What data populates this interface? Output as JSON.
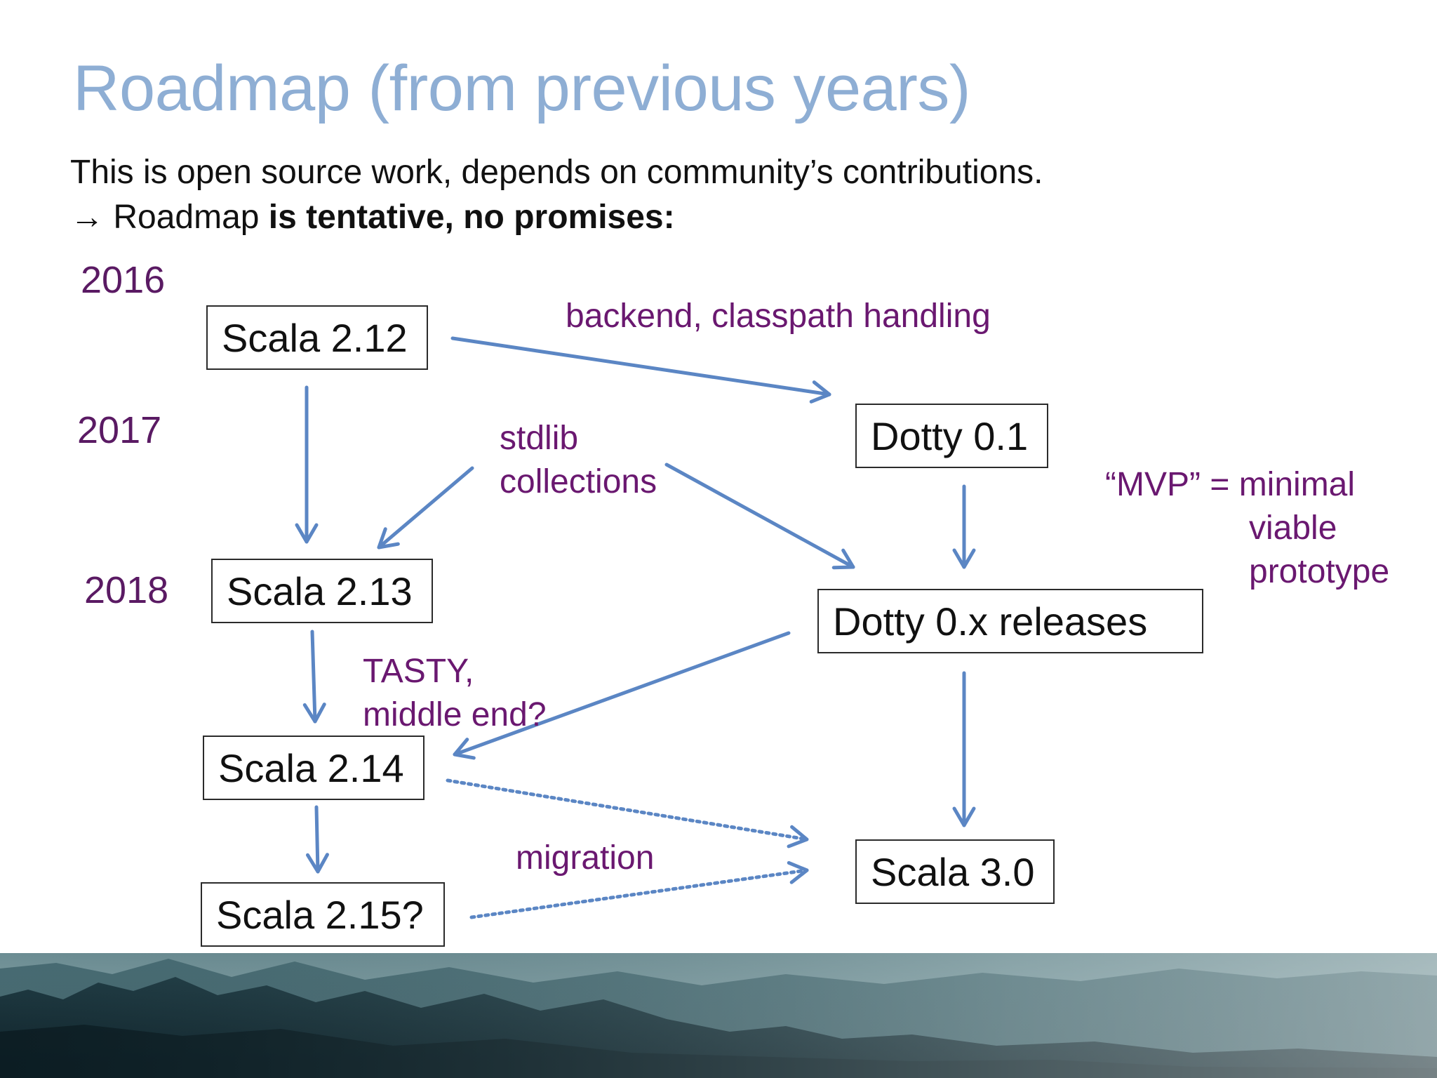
{
  "slide": {
    "title": "Roadmap (from previous years)",
    "intro_line1": "This is open source work, depends on community’s contributions.",
    "intro_arrow": "→",
    "intro_line2_plain": " Roadmap ",
    "intro_line2_bold": "is tentative, no promises:"
  },
  "years": {
    "y2016": "2016",
    "y2017": "2017",
    "y2018": "2018"
  },
  "nodes": {
    "scala_212": "Scala 2.12",
    "scala_213": "Scala 2.13",
    "scala_214": "Scala 2.14",
    "scala_215": "Scala 2.15?",
    "dotty_01": "Dotty 0.1",
    "dotty_0x": "Dotty 0.x releases",
    "scala_30": "Scala 3.0"
  },
  "edge_labels": {
    "backend": "backend, classpath handling",
    "stdlib_1": "stdlib",
    "stdlib_2": "collections",
    "tasty_1": "TASTY,",
    "tasty_2": "middle end?",
    "migration": "migration"
  },
  "mvp_note": {
    "line1_prefix": "“MVP” = ",
    "line1_word": "minimal",
    "line2": "viable",
    "line3": "prototype"
  },
  "colors": {
    "title": "#8eaed4",
    "year": "#5a1a63",
    "note": "#6a1870",
    "arrow": "#5b86c4",
    "box_border": "#2b2b2b"
  }
}
